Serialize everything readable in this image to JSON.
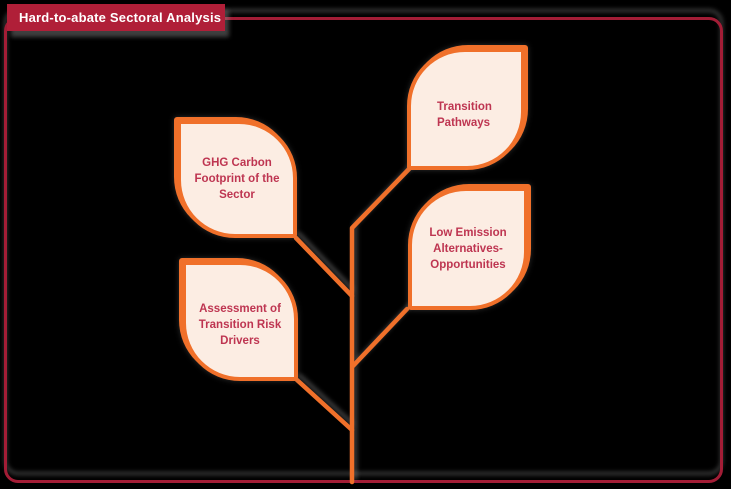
{
  "title": {
    "label": "Hard-to-abate Sectoral Analysis"
  },
  "nodes": [
    {
      "id": "ghg",
      "label": "GHG Carbon Footprint of the Sector",
      "side": "left"
    },
    {
      "id": "assessment",
      "label": "Assessment of Transition Risk Drivers",
      "side": "left"
    },
    {
      "id": "transition",
      "label": "Transition Pathways",
      "side": "right"
    },
    {
      "id": "low-emission",
      "label": "Low Emission Alternatives- Opportunities",
      "side": "right"
    }
  ],
  "colors": {
    "background": "#000000",
    "banner": "#B01F38",
    "title_text": "#FFFFFF",
    "frame_border": "#A31D36",
    "leaf_border": "#F0702A",
    "leaf_fill": "#FCEDE3",
    "leaf_text": "#BE3551"
  }
}
